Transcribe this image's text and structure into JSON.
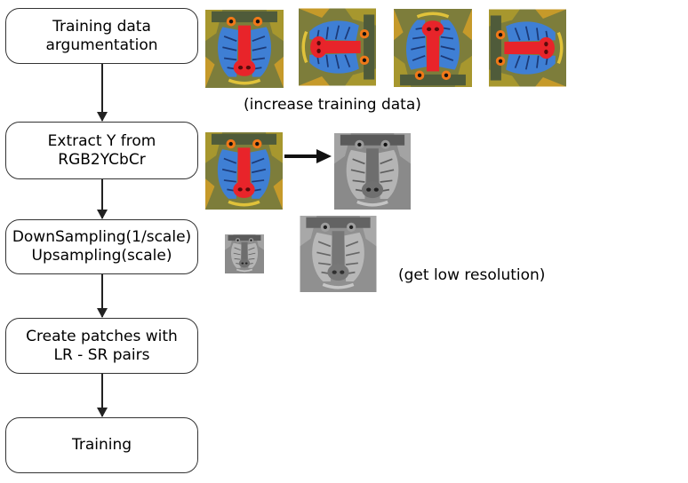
{
  "steps": [
    {
      "line1": "Training data",
      "line2": "argumentation"
    },
    {
      "line1": "Extract Y from",
      "line2": "RGB2YCbCr"
    },
    {
      "line1": "DownSampling(1/scale)",
      "line2": "Upsampling(scale)"
    },
    {
      "line1": "Create patches with",
      "line2": "LR - SR pairs"
    },
    {
      "line1": "Training",
      "line2": ""
    }
  ],
  "captions": {
    "augmentation": "(increase training data)",
    "low_res": "(get low resolution)"
  },
  "images": {
    "color_subject": "mandrill (baboon) face, color",
    "gray_subject": "mandrill (baboon) face, grayscale Y channel"
  },
  "colors": {
    "nose": "#e8242a",
    "cheeks": "#3f7fd4",
    "fur": "#8c8a3c",
    "eyes": "#f07818",
    "arrow": "#222222"
  }
}
